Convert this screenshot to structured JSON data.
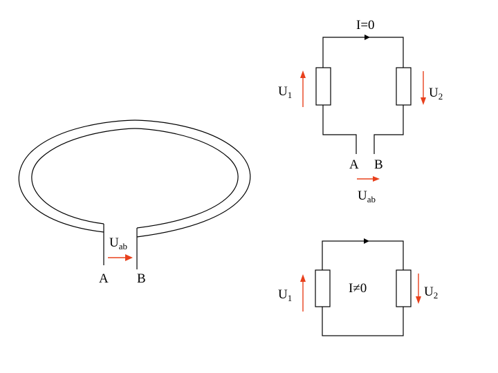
{
  "colors": {
    "arrow": "#e8401c",
    "line": "#000000",
    "background": "#ffffff"
  },
  "loop": {
    "terminal_a": "A",
    "terminal_b": "B",
    "voltage_main": "U",
    "voltage_sub": "ab"
  },
  "circuit_open": {
    "current": "I=0",
    "u1_main": "U",
    "u1_sub": "1",
    "u2_main": "U",
    "u2_sub": "2",
    "terminal_a": "A",
    "terminal_b": "B",
    "voltage_main": "U",
    "voltage_sub": "ab"
  },
  "circuit_closed": {
    "current": "I≠0",
    "u1_main": "U",
    "u1_sub": "1",
    "u2_main": "U",
    "u2_sub": "2"
  }
}
